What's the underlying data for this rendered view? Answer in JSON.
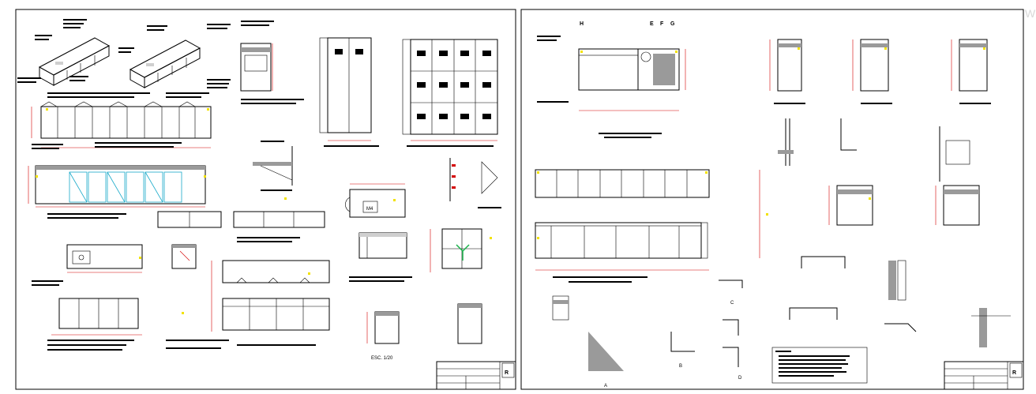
{
  "sheets": [
    {
      "id": "sheet-left",
      "title_block": {
        "logo_letter": "R"
      },
      "labels": {
        "m4_tag": "M4",
        "scale_a": "ESC. 1/20"
      }
    },
    {
      "id": "sheet-right",
      "title_block": {
        "logo_letter": "R"
      },
      "labels": {
        "col_e": "E",
        "col_f": "F",
        "col_g": "G",
        "col_h": "H",
        "sec_a": "A",
        "sec_b": "B",
        "sec_c": "C",
        "sec_d": "D"
      }
    }
  ],
  "watermark": "W"
}
